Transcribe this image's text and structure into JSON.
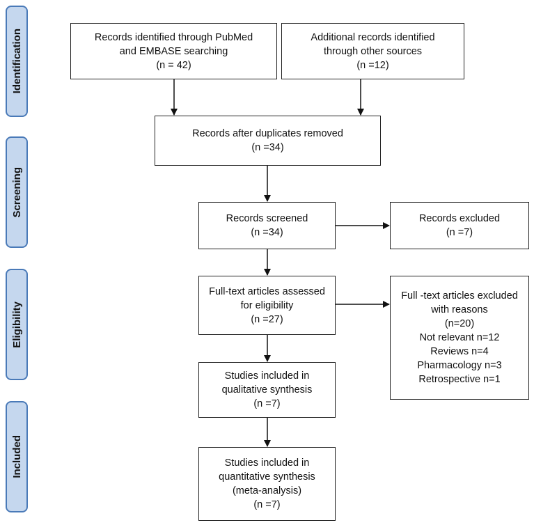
{
  "phases": {
    "identification": "Identification",
    "screening": "Screening",
    "eligibility": "Eligibility",
    "included": "Included"
  },
  "boxes": {
    "pubmed": {
      "line1": "Records identified through PubMed",
      "line2": "and EMBASE searching",
      "line3": "(n = 42)"
    },
    "other": {
      "line1": "Additional records identified",
      "line2": "through other sources",
      "line3": "(n =12)"
    },
    "duplicates": {
      "line1": "Records after duplicates removed",
      "line2": "(n =34)"
    },
    "screened": {
      "line1": "Records screened",
      "line2": "(n =34)"
    },
    "excluded": {
      "line1": "Records excluded",
      "line2": "(n =7)"
    },
    "fulltext": {
      "line1": "Full-text articles assessed",
      "line2": "for eligibility",
      "line3": "(n =27)"
    },
    "fulltext_excluded": {
      "line1": "Full -text articles excluded",
      "line2": "with reasons",
      "line3": "(n=20)",
      "line4": "Not relevant n=12",
      "line5": "Reviews n=4",
      "line6": "Pharmacology n=3",
      "line7": "Retrospective n=1"
    },
    "qualitative": {
      "line1": "Studies included in",
      "line2": "qualitative synthesis",
      "line3": "(n =7)"
    },
    "quantitative": {
      "line1": "Studies included in",
      "line2": "quantitative synthesis",
      "line3": "(meta-analysis)",
      "line4": "(n =7)"
    }
  },
  "colors": {
    "phase_fill": "#c5d7ee",
    "phase_border": "#4a7ab8",
    "box_border": "#222222",
    "arrow": "#111111"
  }
}
